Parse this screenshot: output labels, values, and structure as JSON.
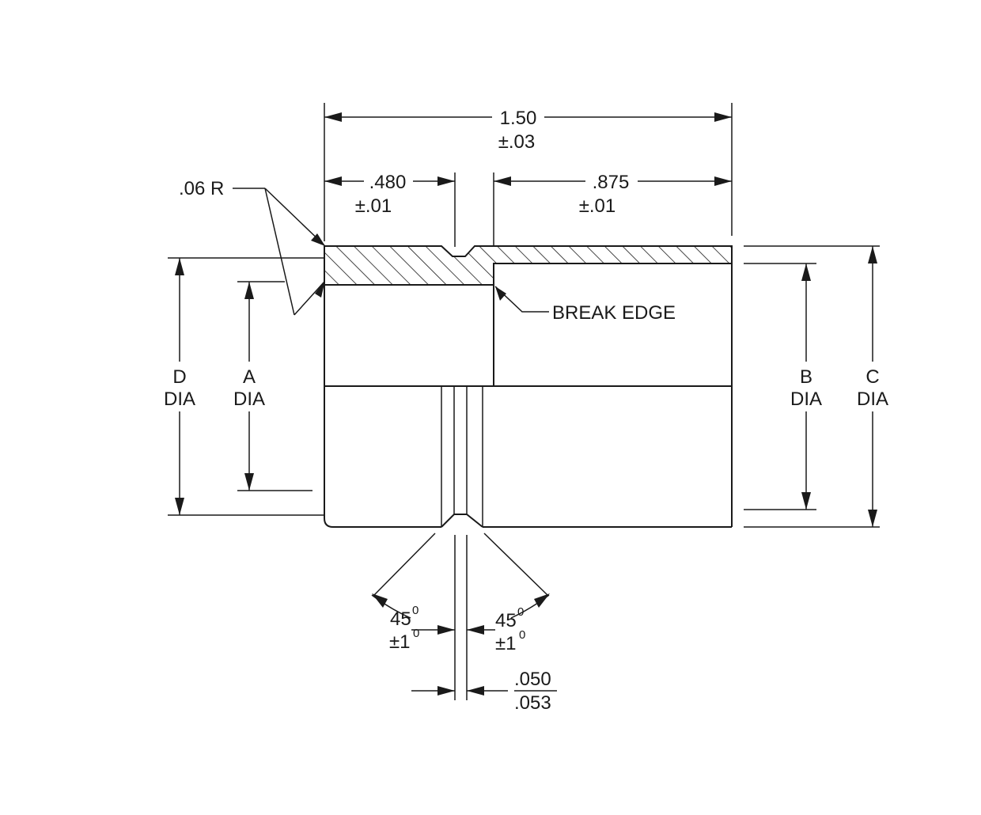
{
  "dimensions": {
    "overall_length": {
      "value": "1.50",
      "tolerance": "±.03"
    },
    "left_length": {
      "value": ".480",
      "tolerance": "±.01"
    },
    "right_length": {
      "value": ".875",
      "tolerance": "±.01"
    },
    "radius": ".06 R",
    "groove_width_max": ".050",
    "groove_width_min": ".053",
    "angle_left": {
      "value": "45",
      "unit": "0",
      "tolerance": "±1",
      "tol_unit": "0"
    },
    "angle_right": {
      "value": "45",
      "unit": "0",
      "tolerance": "±1",
      "tol_unit": "0"
    }
  },
  "notes": {
    "break_edge": "BREAK EDGE"
  },
  "diameters": {
    "d": {
      "letter": "D",
      "suffix": "DIA"
    },
    "a": {
      "letter": "A",
      "suffix": "DIA"
    },
    "b": {
      "letter": "B",
      "suffix": "DIA"
    },
    "c": {
      "letter": "C",
      "suffix": "DIA"
    }
  }
}
